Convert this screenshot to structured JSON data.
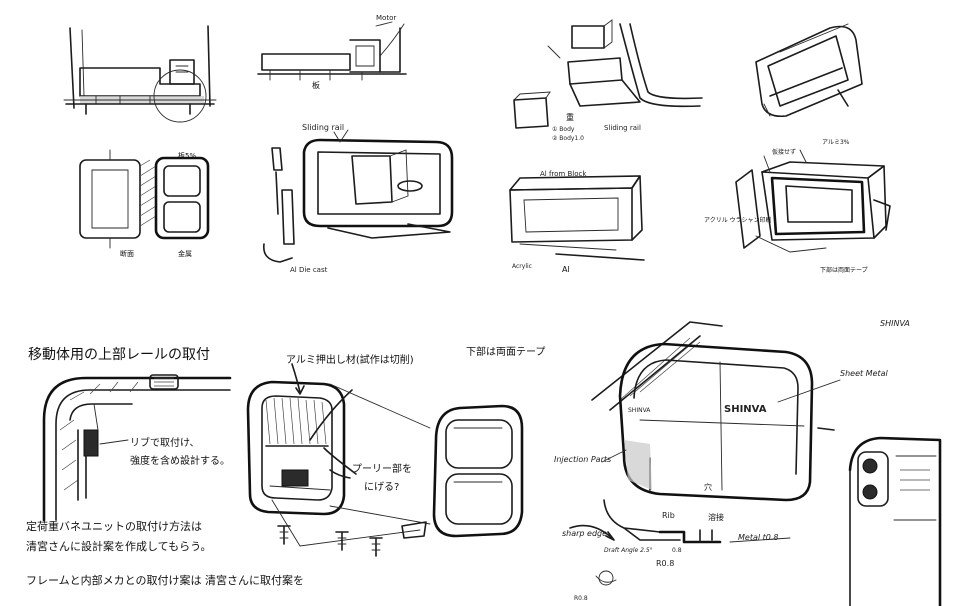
{
  "top_labels": {
    "motor": "Motor",
    "plate": "板",
    "angle_r5": "板5%",
    "sliding_rail_1": "Sliding rail",
    "al_die_cast": "Al Die cast",
    "heavy": "重",
    "option_1": "① Body",
    "option_2": "② Body1.0",
    "sliding_rail_2": "Sliding rail",
    "al_from_block": "Al from Block",
    "acrylic": "Acrylic",
    "al": "Al",
    "small_note_1": "仮接せず",
    "small_note_2": "アルミ3%",
    "acrylic_note": "アクリル ウラシャン印刷",
    "bottom_tape": "下部は両面テープ",
    "frame_note": "断面",
    "base_note": "金属"
  },
  "bottom_left": {
    "title": "移動体用の上部レールの取付",
    "extrusion_note": "アルミ押出し材(試作は切削)",
    "rib_note_1": "リブで取付け、",
    "rib_note_2": "強度を含め設計する。",
    "pulley_note_1": "プーリー部を",
    "pulley_note_2": "にげる?",
    "spring_note_1": "定荷重バネユニットの取付け方法は",
    "spring_note_2": "清宮さんに設計案を作成してもらう。",
    "frame_note": "フレームと内部メカとの取付け案は 清宮さんに取付案を"
  },
  "bottom_mid": {
    "double_tape": "下部は両面テープ"
  },
  "bottom_right": {
    "brand_corner": "SHINVA",
    "brand_front": "SHINVA",
    "side_brand": "SHINVA",
    "sheet_metal": "Sheet Metal",
    "injection_parts": "Injection Parts",
    "hole": "穴",
    "rib": "Rib",
    "weld": "溶接",
    "metal_t": "Metal t0.8",
    "sharp_edge": "sharp edge",
    "draft_angle": "Draft Angle 2.5°",
    "dim_08": "0.8",
    "r08_a": "R0.8",
    "r08_b": "R0.8"
  }
}
